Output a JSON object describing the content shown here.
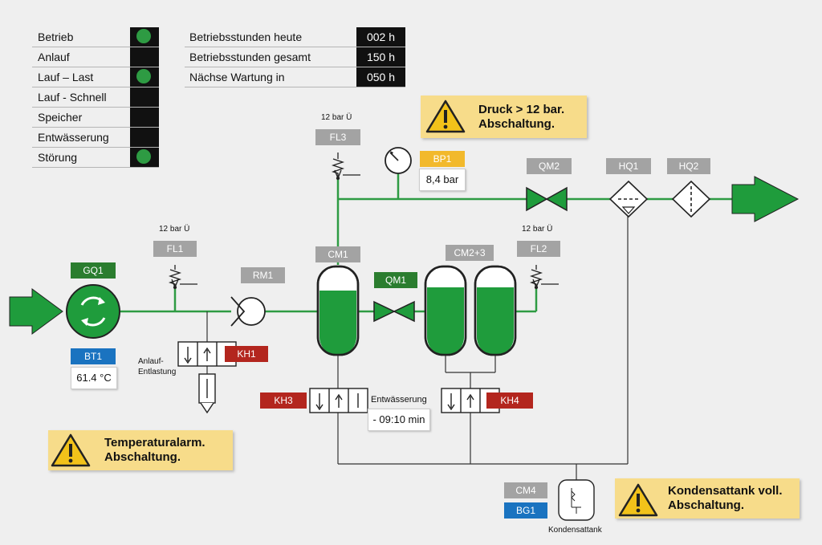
{
  "status": [
    {
      "label": "Betrieb",
      "on": true
    },
    {
      "label": "Anlauf",
      "on": false
    },
    {
      "label": "Lauf – Last",
      "on": true
    },
    {
      "label": "Lauf - Schnell",
      "on": false
    },
    {
      "label": "Speicher",
      "on": false
    },
    {
      "label": "Entwässerung",
      "on": false
    },
    {
      "label": "Störung",
      "on": true
    }
  ],
  "hours": [
    {
      "label": "Betriebsstunden heute",
      "value": "002 h"
    },
    {
      "label": "Betriebsstunden gesamt",
      "value": "150 h"
    },
    {
      "label": "Nächse Wartung in",
      "value": "050 h"
    }
  ],
  "alarms": {
    "pressure": {
      "line1": "Druck > 12 bar.",
      "line2": "Abschaltung."
    },
    "temperature": {
      "line1": "Temperaturalarm.",
      "line2": "Abschaltung."
    },
    "condensate": {
      "line1": "Kondensattank voll.",
      "line2": "Abschaltung."
    }
  },
  "tags": {
    "gq1": "GQ1",
    "bt1": "BT1",
    "fl1": "FL1",
    "fl2": "FL2",
    "fl3": "FL3",
    "rm1": "RM1",
    "cm1": "CM1",
    "cm23": "CM2+3",
    "qm1": "QM1",
    "qm2": "QM2",
    "bp1": "BP1",
    "hq1": "HQ1",
    "hq2": "HQ2",
    "kh1": "KH1",
    "kh3": "KH3",
    "kh4": "KH4",
    "cm4": "CM4",
    "bg1": "BG1"
  },
  "readouts": {
    "temperature": "61.4 °C",
    "pressure": "8,4 bar",
    "drain_timer": "- 09:10 min"
  },
  "labels": {
    "fl1_setting": "12 bar Ü",
    "fl2_setting": "12 bar Ü",
    "fl3_setting": "12 bar Ü",
    "startup_relief_1": "Anlauf-",
    "startup_relief_2": "Entlastung",
    "drainage": "Entwässerung",
    "condensate_tank": "Kondensattank"
  },
  "colors": {
    "pipe": "#2e9b43",
    "fill": "#1f9c3c",
    "lamp_on": "#2e9b43"
  }
}
